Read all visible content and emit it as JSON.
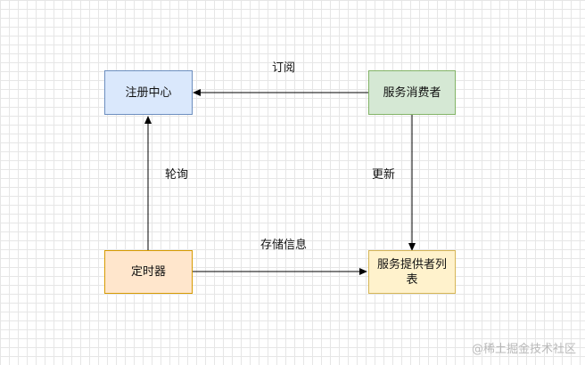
{
  "nodes": {
    "registry": {
      "label": "注册中心",
      "fill": "#dae8fc",
      "stroke": "#6c8ebf"
    },
    "consumer": {
      "label": "服务消费者",
      "fill": "#d5e8d4",
      "stroke": "#82b366"
    },
    "timer": {
      "label": "定时器",
      "fill": "#ffe6cc",
      "stroke": "#d79b00"
    },
    "provider_list": {
      "label": "服务提供者列表",
      "fill": "#fff2cc",
      "stroke": "#d6b656"
    }
  },
  "edges": {
    "subscribe": "订阅",
    "poll": "轮询",
    "update": "更新",
    "store_info": "存储信息"
  },
  "watermark": "@稀土掘金技术社区"
}
